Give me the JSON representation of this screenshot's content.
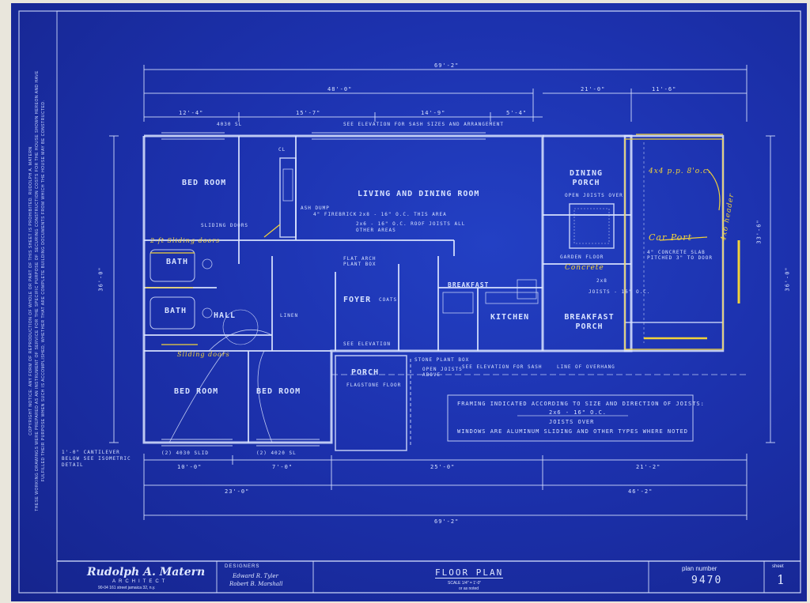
{
  "copyright": {
    "notice": "COPYRIGHT NOTICE: ANY FORM OF REPRODUCTION OF WHOLE OR PART OF THIS SHEET IS PROHIBITED. RUDOLPH A. MATERN",
    "purpose": "THESE WORKING DRAWINGS WERE PREPARED AS AN INSTRUMENT OF SERVICE FOR THE SPECIFIC PURPOSE OF SECURING CONSTRUCTION COSTS FOR THE HOUSE SHOWN HEREON AND HAVE FULFILLED THEIR PURPOSE WHEN SUCH IS ACCOMPLISHED, WHETHER THAT ARE COMPLETE BUILDING DOCUMENTS FROM WHICH THE HOUSE MAY BE CONSTRUCTED."
  },
  "dimensions": {
    "overall_top": "69'-2\"",
    "overall_bottom": "69'-2\"",
    "seg_48": "48'-0\"",
    "seg_21": "21'-0\"",
    "seg_11": "11'-6\"",
    "seg_12": "12'-4\"",
    "seg_15": "15'-7\"",
    "seg_14": "14'-9\"",
    "seg_5": "5'-4\"",
    "bottom_23": "23'-0\"",
    "bottom_46": "46'-2\"",
    "bottom_10": "10'-0\"",
    "bottom_7": "7'-0\"",
    "bottom_25": "25'-0\"",
    "bottom_21": "21'-2\"",
    "left_36": "36'-0\"",
    "right_36": "36'-0\"",
    "right_33": "33'-6\""
  },
  "notes": {
    "sash_elevation": "SEE ELEVATION FOR SASH SIZES AND ARRANGEMENT",
    "sash_4030": "4030 SL",
    "window_bottom_1": "(2) 4030 SLID",
    "window_bottom_2": "(2) 4020 SL",
    "cantilever": "1'-0\" CANTILEVER BELOW SEE ISOMETRIC DETAIL",
    "ash_dump": "ASH DUMP",
    "firebrick": "4\" FIREBRICK",
    "joists_area": "2x8 - 16\" O.C. THIS AREA",
    "joists_roof": "2x6 - 16\" O.C. ROOF JOISTS ALL OTHER AREAS",
    "sliding_doors": "SLIDING DOORS",
    "flat_arch": "FLAT ARCH PLANT BOX",
    "foyer": "FOYER",
    "coats": "COATS",
    "linen": "LINEN",
    "cl": "CL",
    "stone_plant_box": "STONE PLANT BOX",
    "open_joists_above": "OPEN JOISTS ABOVE",
    "see_elevation": "SEE ELEVATION",
    "see_elevation_sash": "SEE ELEVATION FOR SASH",
    "line_of_overhang": "LINE OF OVERHANG",
    "flagstone_floor": "FLAGSTONE FLOOR",
    "garden_floor": "GARDEN FLOOR",
    "concrete_slab": "4\" CONCRETE SLAB PITCHED 3\" TO DOOR",
    "open_joists_over": "OPEN JOISTS OVER",
    "joists_breakfast": "JOISTS - 16\" O.C.",
    "dining_framing": "2x8"
  },
  "rooms": {
    "bed_room_1": "BED ROOM",
    "bed_room_2": "BED ROOM",
    "bed_room_3": "BED ROOM",
    "living_dining": "LIVING AND DINING ROOM",
    "bath_1": "BATH",
    "bath_2": "BATH",
    "hall": "HALL",
    "kitchen": "KITCHEN",
    "breakfast": "BREAKFAST",
    "breakfast_porch": "BREAKFAST PORCH",
    "dining_porch": "DINING PORCH",
    "porch": "PORCH"
  },
  "handwritten": {
    "car_port": "Car Port",
    "concrete": "Concrete",
    "beam": "4x4 p.p. 8'o.c.",
    "header": "4x6 header",
    "sliding_doors_note": "2-ft Sliding doors",
    "sliding_doors_note_2": "Sliding doors"
  },
  "framing_box": {
    "line1": "FRAMING INDICATED ACCORDING TO SIZE AND DIRECTION OF JOISTS:",
    "line2": "2x6 - 16\" O.C.",
    "line3": "JOISTS OVER",
    "line4": "WINDOWS ARE ALUMINUM SLIDING AND OTHER TYPES WHERE NOTED"
  },
  "title_block": {
    "architect_signature": "Rudolph A. Matern",
    "architect_label": "ARCHITECT",
    "architect_address": "90-04 161 street jamaica 32, n.y.",
    "designers_label": "DESIGNERS",
    "designer_1": "Edward R. Tyler",
    "designer_2": "Robert B. Marshall",
    "drawing_title": "FLOOR PLAN",
    "scale": "SCALE 1/4\" = 1'-0\"",
    "scale_note": "or as noted",
    "plan_number_label": "plan number",
    "plan_number": "9470",
    "sheet_label": "sheet",
    "sheet_number": "1"
  },
  "colors": {
    "paper": "#1a2ea6",
    "lines": "#dbe4ff",
    "pencil": "#f2d23a"
  }
}
